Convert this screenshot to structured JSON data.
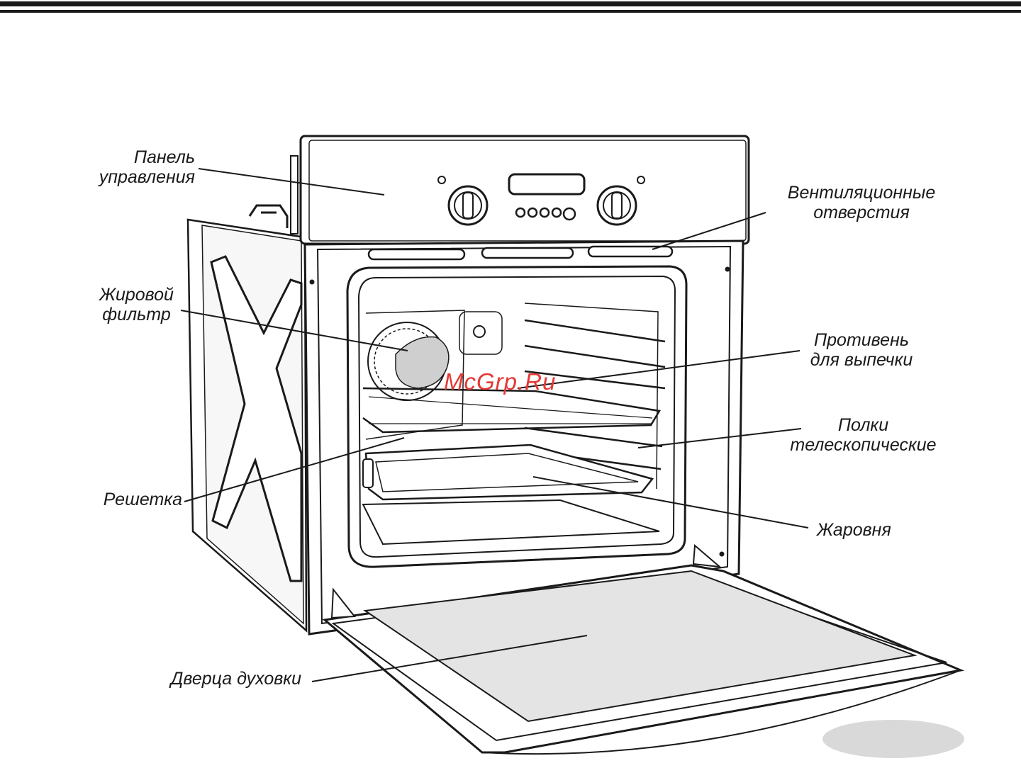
{
  "labels": {
    "control_panel": [
      "Панель",
      "управления"
    ],
    "vents": [
      "Вентиляционные",
      "отверстия"
    ],
    "grease_filter": [
      "Жировой",
      "фильтр"
    ],
    "baking_tray": [
      "Противень",
      "для выпечки"
    ],
    "telescopic_shelves": [
      "Полки",
      "телескопические"
    ],
    "wire_rack": [
      "Решетка"
    ],
    "roasting_pan": [
      "Жаровня"
    ],
    "oven_door": [
      "Дверца духовки"
    ]
  },
  "watermark": "McGrp.Ru",
  "colors": {
    "line": "#1a1a1a",
    "door_glass": "#e4e4e4",
    "filter": "#cfcfcf",
    "page_tab": "#d9d9d9",
    "watermark": "#e53935"
  }
}
